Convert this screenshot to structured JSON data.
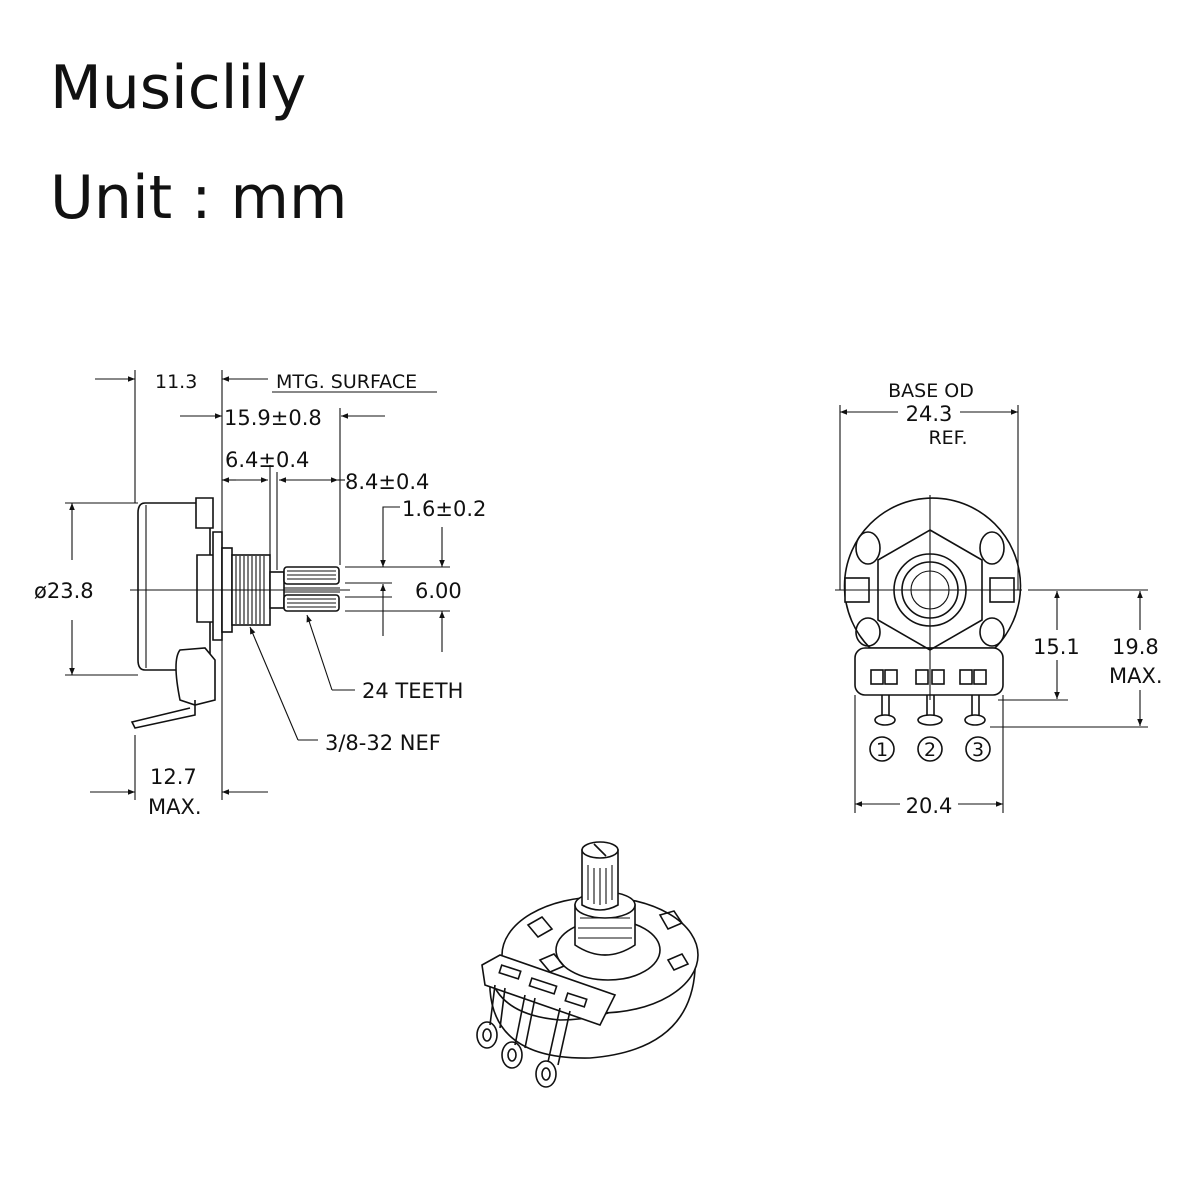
{
  "header": {
    "brand": "Musiclily",
    "unit": "Unit : mm"
  },
  "side_view": {
    "dim_11_3": "11.3",
    "mtg_surface": "MTG. SURFACE",
    "dim_15_9": "15.9±0.8",
    "dim_6_4": "6.4±0.4",
    "dim_8_4": "8.4±0.4",
    "dim_1_6": "1.6±0.2",
    "dim_6_00": "6.00",
    "dim_diameter": "ø23.8",
    "teeth": "24 TEETH",
    "thread": "3/8-32 NEF",
    "dim_12_7": "12.7",
    "dim_12_7_note": "MAX."
  },
  "front_view": {
    "base_od": "BASE OD",
    "dim_24_3": "24.3",
    "ref": "REF.",
    "dim_15_1": "15.1",
    "dim_19_8": "19.8",
    "dim_19_8_note": "MAX.",
    "dim_20_4": "20.4",
    "pins": [
      "1",
      "2",
      "3"
    ]
  }
}
